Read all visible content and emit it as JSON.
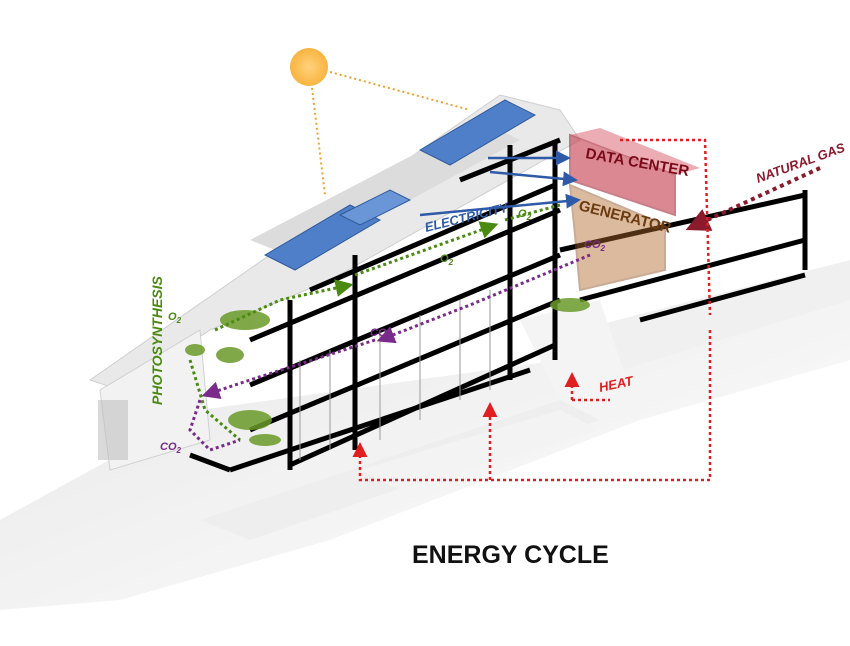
{
  "title": "ENERGY CYCLE",
  "labels": {
    "data_center": "DATA CENTER",
    "generator": "GENERATOR",
    "electricity": "ELECTRICITY",
    "natural_gas": "NATURAL GAS",
    "heat": "HEAT",
    "photosynthesis": "PHOTOSYNTHESIS",
    "o2": "O",
    "co2": "CO",
    "subscript_2": "2"
  },
  "colors": {
    "sun": "#f9b441",
    "sun_ray": "#f0a030",
    "electricity": "#2e5aa8",
    "natural_gas": "#8b1a2c",
    "heat": "#e02020",
    "oxygen": "#4a8a10",
    "co2": "#7a2a8a",
    "data_center_fill": "#c0283a",
    "generator_fill": "#b0682a",
    "building_line": "#000000",
    "solar_panel": "#4f7fc8",
    "vegetation": "#6a9a2a"
  },
  "icons": [
    "sun-icon",
    "solar-panel-icon",
    "arrow-icon"
  ]
}
